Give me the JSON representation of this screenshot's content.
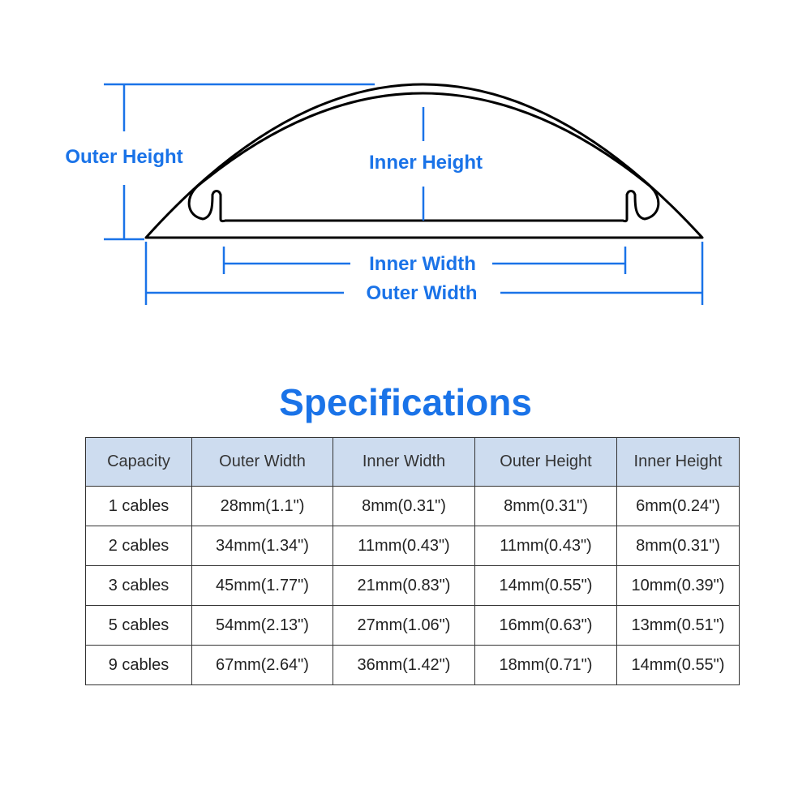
{
  "colors": {
    "accent": "#1a73e8",
    "header_bg": "#cddcef",
    "line": "#000000",
    "dimension_line": "#1a73e8"
  },
  "diagram": {
    "labels": {
      "outer_height": "Outer Height",
      "inner_height": "Inner Height",
      "inner_width": "Inner Width",
      "outer_width": "Outer Width"
    }
  },
  "specifications": {
    "title": "Specifications",
    "columns": [
      "Capacity",
      "Outer Width",
      "Inner Width",
      "Outer Height",
      "Inner Height"
    ],
    "rows": [
      [
        "1 cables",
        "28mm(1.1\")",
        "8mm(0.31\")",
        "8mm(0.31\")",
        "6mm(0.24\")"
      ],
      [
        "2 cables",
        "34mm(1.34\")",
        "11mm(0.43\")",
        "11mm(0.43\")",
        "8mm(0.31\")"
      ],
      [
        "3 cables",
        "45mm(1.77\")",
        "21mm(0.83\")",
        "14mm(0.55\")",
        "10mm(0.39\")"
      ],
      [
        "5 cables",
        "54mm(2.13\")",
        "27mm(1.06\")",
        "16mm(0.63\")",
        "13mm(0.51\")"
      ],
      [
        "9 cables",
        "67mm(2.64\")",
        "36mm(1.42\")",
        "18mm(0.71\")",
        "14mm(0.55\")"
      ]
    ]
  }
}
